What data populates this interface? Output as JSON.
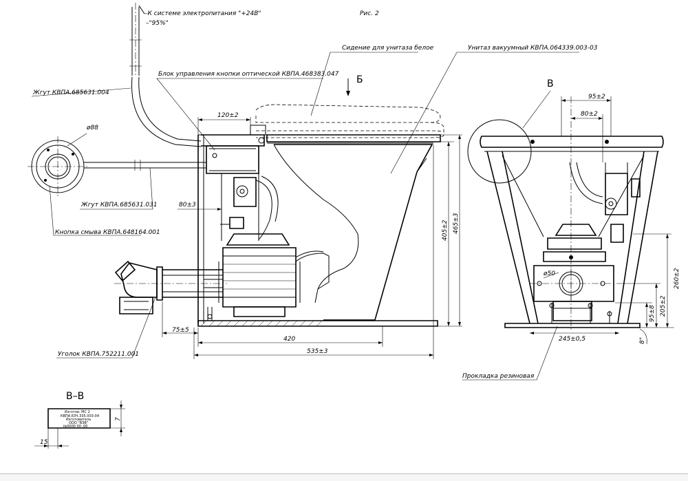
{
  "sheet": {
    "figure_label": "Рис. 2",
    "power_note_line1": "–К системе электропитания \"+24В\"",
    "power_note_line2": "–\"95%\"",
    "view_b_label": "Б",
    "view_v_label": "В",
    "section_label": "В–В"
  },
  "callouts": {
    "seat": "Сидение для унитаза белое",
    "toilet": "Унитаз вакуумный КВПА.064339.003-03",
    "control_unit": "Блок управления кнопки оптической КВПА.468383.047",
    "harness_1": "Жгут КВПА.685631.004",
    "harness_2": "Жгут КВПА.685631.031",
    "flush_button": "Кнопка смыва КВПА.648164.001",
    "elbow": "Уголок КВПА.752211.001",
    "gasket": "Прокладка резиновая"
  },
  "dimensions": {
    "d120": "120±2",
    "d80_side": "80±3",
    "d88": "ø88",
    "d405": "405±2",
    "d465": "465±3",
    "d75": "75±5",
    "d420": "420",
    "d535": "535±3",
    "d95": "95±2",
    "d80_front": "80±2",
    "d50": "ø50",
    "d260": "260±2",
    "d205": "205±2",
    "d95_8": "95±8",
    "d245": "245±0,5",
    "d8deg": "8°",
    "d15": "15",
    "d7": "7"
  },
  "nameplate": {
    "line1": "Изготов. МС  2",
    "line2": "КВПА.6ЗЧ.З35.003-04",
    "line3": "Изготовитель",
    "line4": "ООО \"ВЗВ\"",
    "line5": "№0000  00  .00"
  }
}
